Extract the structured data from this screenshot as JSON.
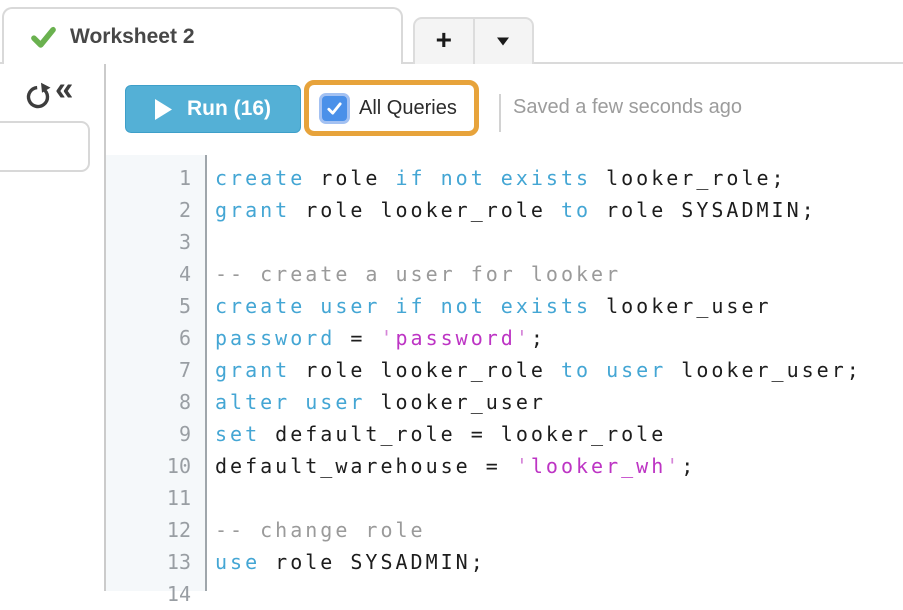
{
  "tab_bar": {
    "active_tab": {
      "label": "Worksheet 2",
      "status_icon": "check-icon"
    },
    "new_tab_label": "+",
    "tab_menu_icon": "caret-down-icon"
  },
  "left_panel": {
    "refresh_icon": "refresh-icon",
    "collapse_icon": "collapse-panel-icon",
    "collapse_glyph": "«"
  },
  "toolbar": {
    "run_button": {
      "label": "Run (16)",
      "icon": "play-icon"
    },
    "all_queries": {
      "label": "All Queries",
      "checked": true,
      "highlighted": true
    },
    "saved_status": "Saved a few seconds ago"
  },
  "editor": {
    "lines": [
      {
        "num": "1",
        "segs": [
          [
            "kw",
            "create"
          ],
          [
            "pl",
            " role "
          ],
          [
            "kw",
            "if not exists"
          ],
          [
            "pl",
            " looker_role;"
          ]
        ]
      },
      {
        "num": "2",
        "segs": [
          [
            "kw",
            "grant"
          ],
          [
            "pl",
            " role looker_role "
          ],
          [
            "kw",
            "to"
          ],
          [
            "pl",
            " role SYSADMIN;"
          ]
        ]
      },
      {
        "num": "3",
        "segs": []
      },
      {
        "num": "4",
        "segs": [
          [
            "cm",
            "-- create a user for looker"
          ]
        ]
      },
      {
        "num": "5",
        "segs": [
          [
            "kw",
            "create user if not exists"
          ],
          [
            "pl",
            " looker_user"
          ]
        ]
      },
      {
        "num": "6",
        "segs": [
          [
            "kw",
            "password"
          ],
          [
            "pl",
            " = "
          ],
          [
            "q",
            "'"
          ],
          [
            "st",
            "password"
          ],
          [
            "q",
            "'"
          ],
          [
            "pl",
            ";"
          ]
        ]
      },
      {
        "num": "7",
        "segs": [
          [
            "kw",
            "grant"
          ],
          [
            "pl",
            " role looker_role "
          ],
          [
            "kw",
            "to user"
          ],
          [
            "pl",
            " looker_user;"
          ]
        ]
      },
      {
        "num": "8",
        "segs": [
          [
            "kw",
            "alter user"
          ],
          [
            "pl",
            " looker_user"
          ]
        ]
      },
      {
        "num": "9",
        "segs": [
          [
            "kw",
            "set"
          ],
          [
            "pl",
            " default_role = looker_role"
          ]
        ]
      },
      {
        "num": "10",
        "segs": [
          [
            "pl",
            "default_warehouse = "
          ],
          [
            "q",
            "'"
          ],
          [
            "st",
            "looker_wh"
          ],
          [
            "q",
            "'"
          ],
          [
            "pl",
            ";"
          ]
        ]
      },
      {
        "num": "11",
        "segs": []
      },
      {
        "num": "12",
        "segs": [
          [
            "cm",
            "-- change role"
          ]
        ]
      },
      {
        "num": "13",
        "segs": [
          [
            "kw",
            "use"
          ],
          [
            "pl",
            " role SYSADMIN;"
          ]
        ]
      },
      {
        "num": "14",
        "segs": []
      }
    ]
  },
  "colors": {
    "run_button_bg": "#54b0d6",
    "run_button_border": "#3e9fc9",
    "highlight_orange": "#e7a33b",
    "checkbox_blue": "#4a90e9",
    "checkbox_ring": "#a3c1f2",
    "tab_check_green": "#6ab14f",
    "keyword": "#44a6d4",
    "string": "#bd34c4",
    "string_quote": "#d585d8",
    "comment": "#9a9a9a",
    "code_text": "#1d1d1d",
    "line_number": "#999ea3",
    "gutter_border": "#9fa6ab"
  }
}
